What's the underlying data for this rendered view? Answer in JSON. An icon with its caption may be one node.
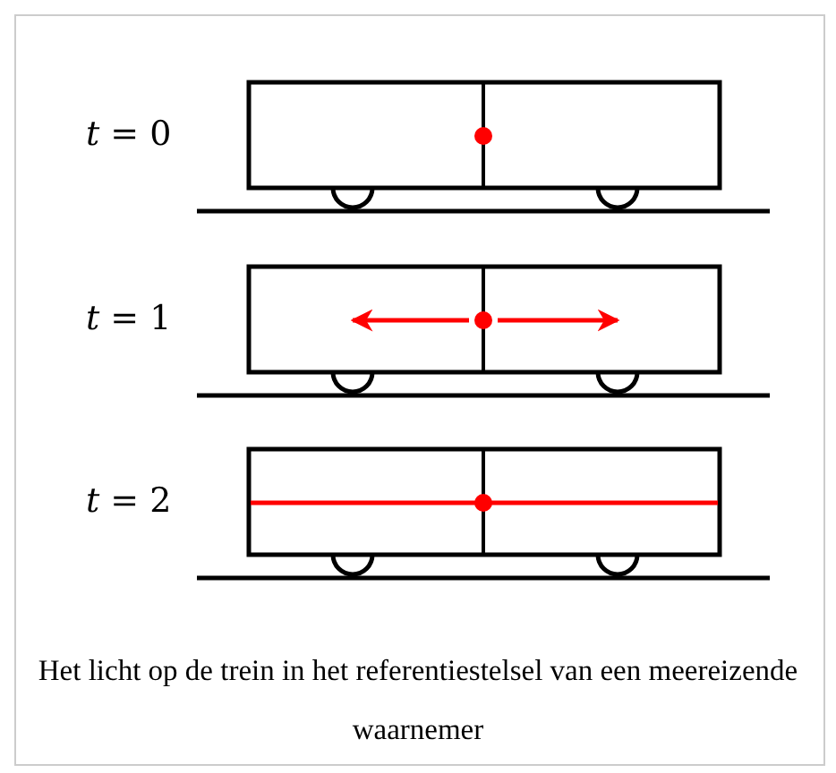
{
  "diagram": {
    "caption": "Het licht op de trein in het referentiestelsel van een meereizende waarnemer",
    "labels": [
      "*t* = 0",
      "*t* = 1",
      "*t* = 2"
    ]
  }
}
